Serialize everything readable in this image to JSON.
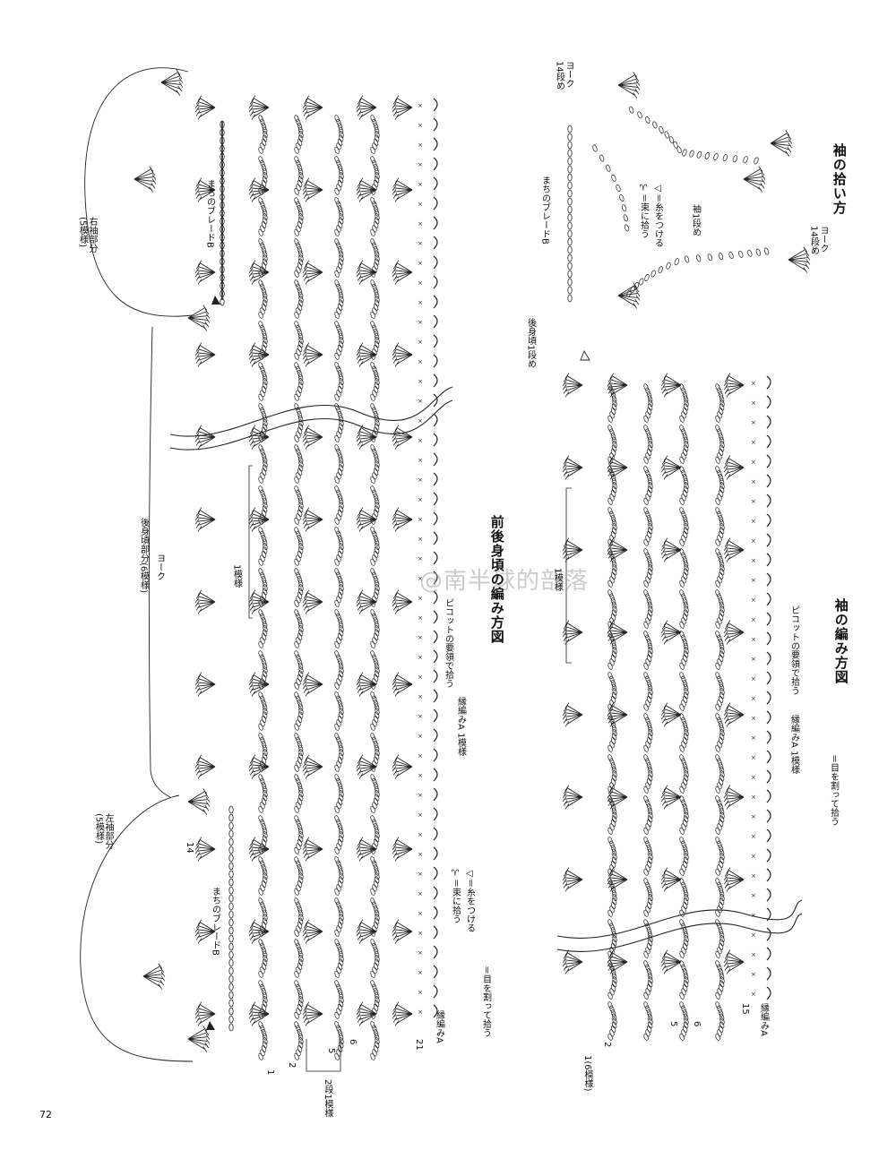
{
  "page_number": "72",
  "watermark": "@南半球的部落",
  "sleeve_pickup": {
    "title": "袖の拾い方",
    "yoke_14_top": "ヨーク\n14段め",
    "yoke_14_right": "ヨーク\n14段め",
    "sleeve_row1": "袖1段め",
    "back_row1": "後身頃1段め",
    "braid_label": "まちのブレードB",
    "legend_attach": "◁＝糸をつける",
    "legend_bundle": "♈＝束に拾う"
  },
  "sleeve_chart": {
    "title": "袖の編み方図",
    "legend_split": "＝目を割って拾う",
    "picot_note": "ピコットの要領で拾う",
    "edging_label": "縁編みA 1模様",
    "one_repeat": "1模様",
    "edging_a": "縁編みA",
    "rows": [
      "15",
      "6",
      "5",
      "2",
      "1(6模様)"
    ]
  },
  "body_chart": {
    "title": "前後身頃の編み方図",
    "legend_split": "＝目を割って拾う",
    "legend_attach": "◁＝糸をつける",
    "legend_bundle": "♈＝束に拾う",
    "picot_note": "ピコットの要領で拾う",
    "edging_label": "縁編みA 1模様",
    "edging_a": "縁編みA",
    "yoke": "ヨーク",
    "back_part": "後身頃部分(6模様)",
    "right_sleeve": "右袖部分\n(5模様)",
    "left_sleeve": "左袖部分\n(5模様)",
    "braid_top": "まちのブレードB",
    "braid_bottom": "まちのブレードB",
    "one_repeat": "1模様",
    "two_rows_repeat": "2段1模様",
    "mark_14": "14",
    "rows": [
      "21",
      "6",
      "5",
      "2",
      "1"
    ]
  }
}
